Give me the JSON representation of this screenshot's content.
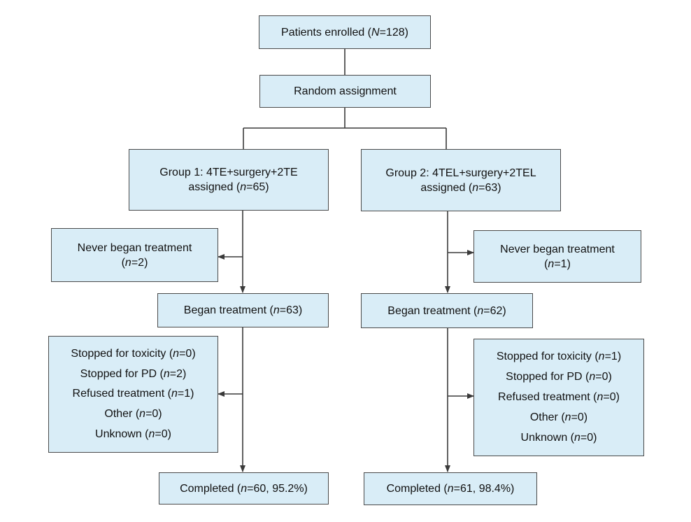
{
  "colors": {
    "box_fill": "#d9edf7",
    "box_border": "#4a4a4a",
    "connector": "#3a3a3a"
  },
  "enrolled": {
    "pre": "Patients enrolled (",
    "var": "N",
    "post": "=128)"
  },
  "randomization": "Random assignment",
  "group1": {
    "assigned_line1": "Group 1: 4TE+surgery+2TE",
    "assigned_line2": {
      "pre": "assigned (",
      "var": "n",
      "post": "=65)"
    },
    "never_began_line1": "Never began treatment",
    "never_began_line2": {
      "pre": "(",
      "var": "n",
      "post": "=2)"
    },
    "began": {
      "pre": "Began treatment (",
      "var": "n",
      "post": "=63)"
    },
    "stopped": [
      {
        "pre": "Stopped for toxicity (",
        "var": "n",
        "post": "=0)"
      },
      {
        "pre": "Stopped for PD (",
        "var": "n",
        "post": "=2)"
      },
      {
        "pre": "Refused treatment (",
        "var": "n",
        "post": "=1)"
      },
      {
        "pre": "Other (",
        "var": "n",
        "post": "=0)"
      },
      {
        "pre": "Unknown (",
        "var": "n",
        "post": "=0)"
      }
    ],
    "completed": {
      "pre": "Completed (",
      "var": "n",
      "post": "=60, 95.2%)"
    }
  },
  "group2": {
    "assigned_line1": "Group 2: 4TEL+surgery+2TEL",
    "assigned_line2": {
      "pre": "assigned (",
      "var": "n",
      "post": "=63)"
    },
    "never_began_line1": "Never began treatment",
    "never_began_line2": {
      "pre": "(",
      "var": "n",
      "post": "=1)"
    },
    "began": {
      "pre": "Began treatment (",
      "var": "n",
      "post": "=62)"
    },
    "stopped": [
      {
        "pre": "Stopped for toxicity (",
        "var": "n",
        "post": "=1)"
      },
      {
        "pre": "Stopped for PD (",
        "var": "n",
        "post": "=0)"
      },
      {
        "pre": "Refused treatment (",
        "var": "n",
        "post": "=0)"
      },
      {
        "pre": "Other (",
        "var": "n",
        "post": "=0)"
      },
      {
        "pre": "Unknown (",
        "var": "n",
        "post": "=0)"
      }
    ],
    "completed": {
      "pre": "Completed (",
      "var": "n",
      "post": "=61, 98.4%)"
    }
  }
}
